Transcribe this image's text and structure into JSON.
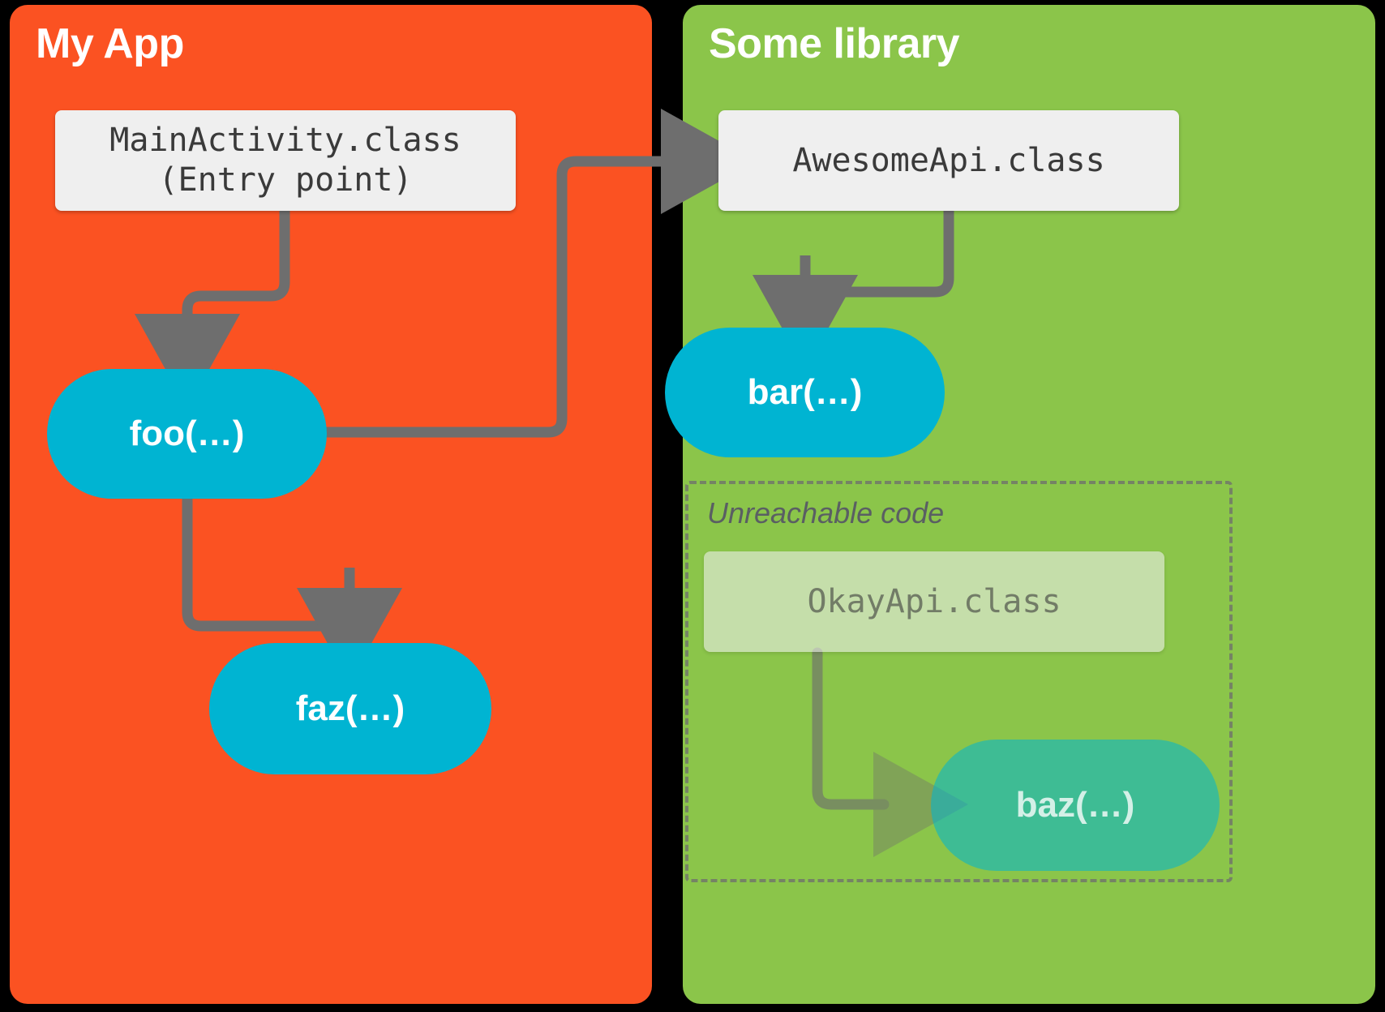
{
  "diagram": {
    "type": "call-graph",
    "background_color": "#000000",
    "panels": [
      {
        "id": "my-app",
        "title": "My App",
        "color": "#FB5222",
        "title_color": "#ffffff"
      },
      {
        "id": "some-library",
        "title": "Some library",
        "color": "#8BC54A",
        "title_color": "#ffffff"
      }
    ],
    "nodes": {
      "mainactivity": {
        "line1": "MainActivity.class",
        "line2": "(Entry point)",
        "kind": "class-box",
        "panel": "my-app",
        "reachable": true
      },
      "awesomeapi": {
        "label": "AwesomeApi.class",
        "kind": "class-box",
        "panel": "some-library",
        "reachable": true
      },
      "okayapi": {
        "label": "OkayApi.class",
        "kind": "class-box",
        "panel": "some-library",
        "reachable": false
      },
      "foo": {
        "label": "foo(…)",
        "kind": "method",
        "panel": "my-app",
        "reachable": true
      },
      "faz": {
        "label": "faz(…)",
        "kind": "method",
        "panel": "my-app",
        "reachable": true
      },
      "bar": {
        "label": "bar(…)",
        "kind": "method",
        "panel": "some-library",
        "reachable": true
      },
      "baz": {
        "label": "baz(…)",
        "kind": "method",
        "panel": "some-library",
        "reachable": false
      }
    },
    "region": {
      "label": "Unreachable code",
      "style": "dashed",
      "border_color": "#6E6E6E"
    },
    "edges": [
      {
        "from": "mainactivity",
        "to": "foo"
      },
      {
        "from": "foo",
        "to": "awesomeapi"
      },
      {
        "from": "foo",
        "to": "faz"
      },
      {
        "from": "awesomeapi",
        "to": "bar"
      },
      {
        "from": "okayapi",
        "to": "baz"
      }
    ],
    "colors": {
      "app_panel": "#FB5222",
      "library_panel": "#8BC54A",
      "method_node": "#00B4D2",
      "class_box": "#EFEFEF",
      "edge": "#6E6E6E",
      "class_text": "#3A3A3A",
      "unreachable_text": "#5A5F63"
    }
  }
}
